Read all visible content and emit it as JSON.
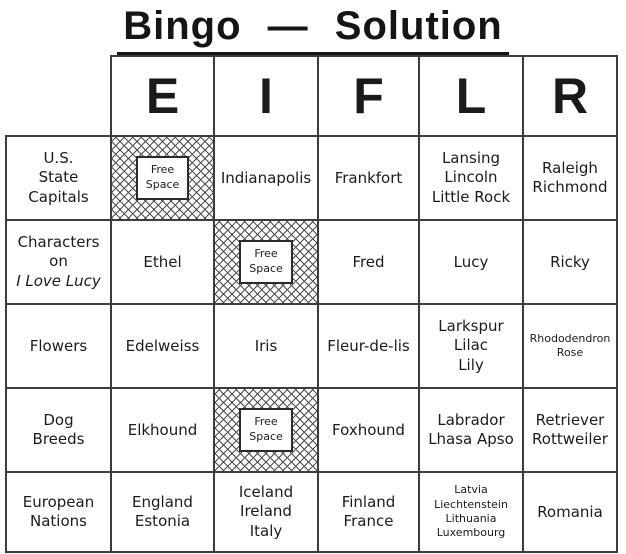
{
  "title": "Bingo — Solution",
  "grid": {
    "column_letters": [
      "E",
      "I",
      "F",
      "L",
      "R"
    ],
    "free_space_label": "Free\nSpace",
    "rows": [
      {
        "category": "U.S.\nState\nCapitals",
        "category_italic": "",
        "cells": [
          "FREE",
          "Indianapolis",
          "Frankfort",
          "Lansing\nLincoln\nLittle Rock",
          "Raleigh\nRichmond"
        ]
      },
      {
        "category": "Characters\non",
        "category_italic": "I Love Lucy",
        "cells": [
          "Ethel",
          "FREE",
          "Fred",
          "Lucy",
          "Ricky"
        ]
      },
      {
        "category": "Flowers",
        "category_italic": "",
        "cells": [
          "Edelweiss",
          "Iris",
          "Fleur-de-lis",
          "Larkspur\nLilac\nLily",
          "Rhododendron\nRose"
        ]
      },
      {
        "category": "Dog\nBreeds",
        "category_italic": "",
        "cells": [
          "Elkhound",
          "FREE",
          "Foxhound",
          "Labrador\nLhasa Apso",
          "Retriever\nRottweiler"
        ]
      },
      {
        "category": "European\nNations",
        "category_italic": "",
        "cells": [
          "England\nEstonia",
          "Iceland\nIreland\nItaly",
          "Finland\nFrance",
          "Latvia\nLiechtenstein\nLithuania\nLuxembourg",
          "Romania"
        ]
      }
    ]
  },
  "colors": {
    "border": "#3c3c3c",
    "text": "#1c1c1c",
    "background": "#ffffff"
  }
}
